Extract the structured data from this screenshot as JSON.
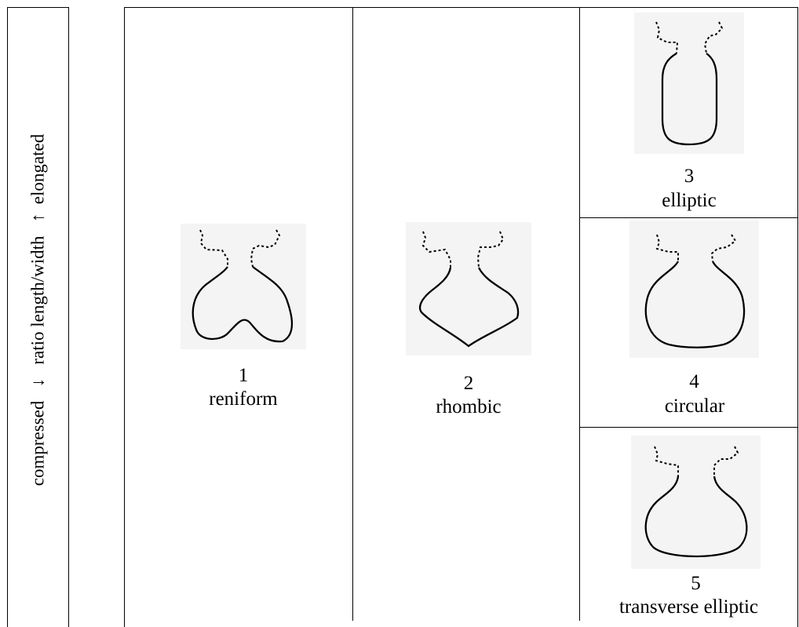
{
  "axis": {
    "left_label": "compressed",
    "middle_label": "ratio length/width",
    "right_label": "elongated",
    "arrow_down": "↓",
    "arrow_up": "↑"
  },
  "shapes": [
    {
      "number": "1",
      "name": "reniform"
    },
    {
      "number": "2",
      "name": "rhombic"
    },
    {
      "number": "3",
      "name": "elliptic"
    },
    {
      "number": "4",
      "name": "circular"
    },
    {
      "number": "5",
      "name": "transverse elliptic"
    }
  ],
  "colors": {
    "line": "#000000",
    "background": "#ffffff",
    "image_bg": "#f4f4f4"
  }
}
